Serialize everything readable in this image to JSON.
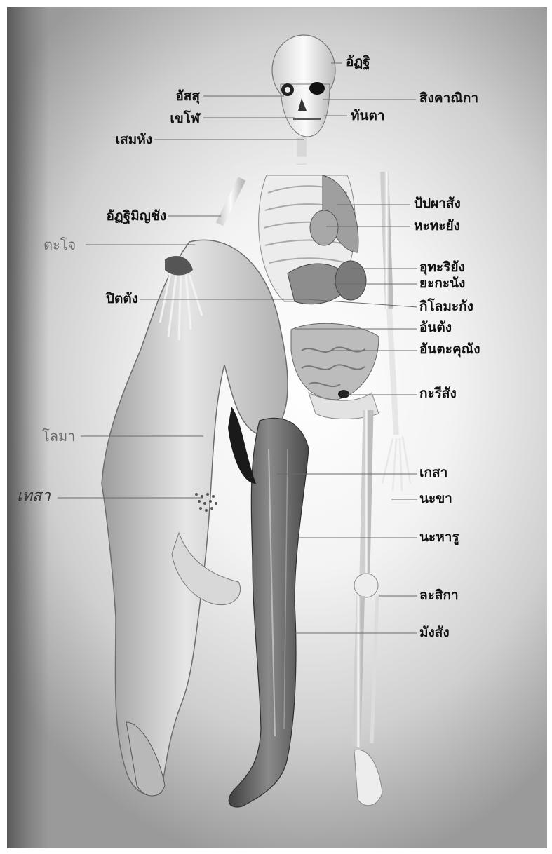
{
  "labels_left": [
    {
      "key": "assu",
      "text": "อัสสุ"
    },
    {
      "key": "khelo",
      "text": "เขโฬ"
    },
    {
      "key": "semha",
      "text": "เสมหัง"
    },
    {
      "key": "atthiminja",
      "text": "อัฏฐิมิญชัง"
    },
    {
      "key": "taco",
      "text": "ตะโจ"
    },
    {
      "key": "pitta",
      "text": "ปิตตัง"
    },
    {
      "key": "loma",
      "text": "โลมา"
    },
    {
      "key": "kesa",
      "text": "เทสา"
    }
  ],
  "labels_right": [
    {
      "key": "atthi",
      "text": "อัฏฐิ"
    },
    {
      "key": "singhanika",
      "text": "สิงคาณิกา"
    },
    {
      "key": "danta",
      "text": "ทันตา"
    },
    {
      "key": "papphasa",
      "text": "ปัปผาสัง"
    },
    {
      "key": "hadaya",
      "text": "หะทะยัง"
    },
    {
      "key": "udariya",
      "text": "อุทะริยัง"
    },
    {
      "key": "yakana",
      "text": "ยะกะนัง"
    },
    {
      "key": "kilomaka",
      "text": "กิโลมะกัง"
    },
    {
      "key": "anta",
      "text": "อันตัง"
    },
    {
      "key": "antaguna",
      "text": "อันตะคุณัง"
    },
    {
      "key": "karisa",
      "text": "กะรีสัง"
    },
    {
      "key": "kesa_r",
      "text": "เกสา"
    },
    {
      "key": "nakha",
      "text": "นะขา"
    },
    {
      "key": "nharu",
      "text": "นะหารู"
    },
    {
      "key": "lasika",
      "text": "ละสิกา"
    },
    {
      "key": "mamsa",
      "text": "มังสัง"
    }
  ]
}
